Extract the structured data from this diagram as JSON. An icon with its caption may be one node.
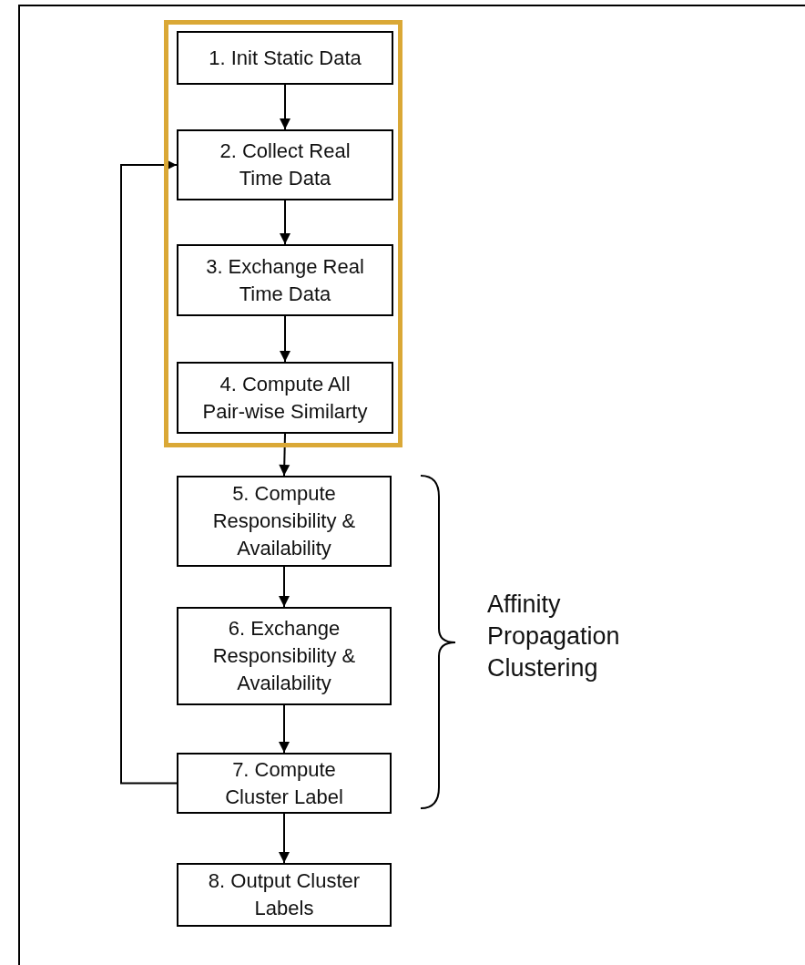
{
  "diagram": {
    "nodes": [
      {
        "text": [],
        "shape": "box"
      },
      {
        "text": [
          "1. Init Static Data"
        ],
        "in": 0
      },
      {
        "text": [
          "2. Collect Real Time Data"
        ],
        "in": 0
      },
      {
        "text": [
          "3. Exchange Real Time Data"
        ],
        "in": 0
      },
      {
        "text": [
          "4. Compute All Pair-wise Similarty"
        ],
        "in": 0
      },
      {
        "text": [
          "5. Compute Responsibility & Availability"
        ]
      },
      {
        "text": [
          "6. Exchange Responsibility & Availability"
        ]
      },
      {
        "text": [
          "7. Compute Cluster Label"
        ]
      },
      {
        "text": [
          "8. Output Cluster Labels"
        ]
      }
    ],
    "edges": [
      {
        "from": 1,
        "to": 2,
        "arrow": "to"
      },
      {
        "from": 2,
        "to": 3,
        "arrow": "to"
      },
      {
        "from": 3,
        "to": 4,
        "arrow": "to"
      },
      {
        "from": 4,
        "to": 5,
        "arrow": "to"
      },
      {
        "from": 5,
        "to": 6,
        "arrow": "to"
      },
      {
        "from": 6,
        "to": 7,
        "arrow": "to"
      },
      {
        "from": 7,
        "to": 8,
        "arrow": "to"
      },
      {
        "from": 7,
        "to": 2,
        "arrow": "to"
      }
    ],
    "labels": [
      "Affinity Propagation Clustering"
    ]
  }
}
